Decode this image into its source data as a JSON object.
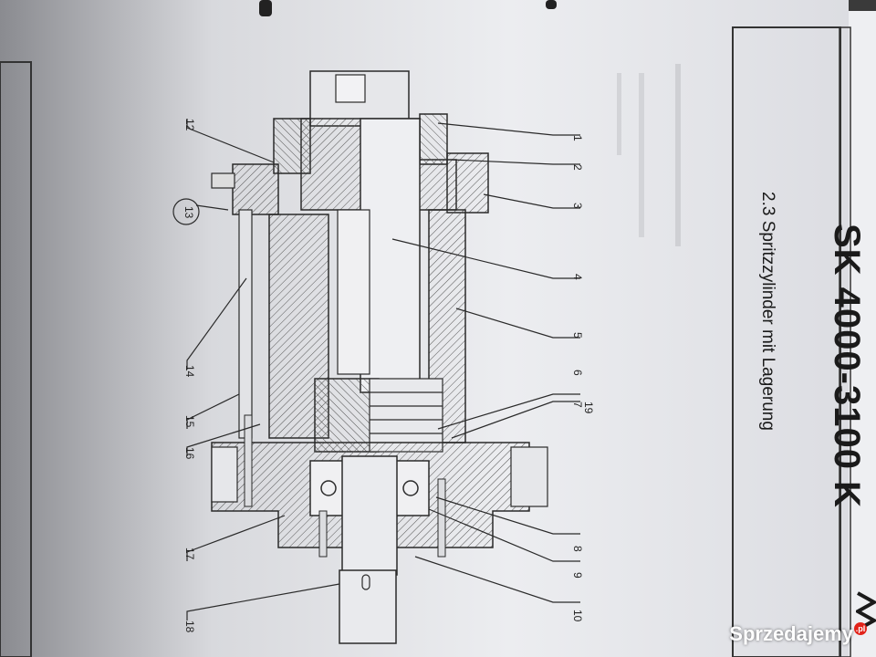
{
  "document": {
    "heading": "SK 4000-3100 K",
    "section_title": "2.3 Spritzzylinder mit Lagerung"
  },
  "callouts": [
    "1",
    "2",
    "3",
    "4",
    "5",
    "6",
    "7",
    "19",
    "8",
    "9",
    "10",
    "12",
    "13",
    "14",
    "15",
    "16",
    "17",
    "18"
  ],
  "watermark": {
    "text": "Sprzedajemy",
    "suffix": ".pl"
  },
  "colors": {
    "paper": "#e9eaee",
    "ink": "#2a2a2a",
    "hatch": "#555555",
    "background": "#3a3a3a"
  }
}
